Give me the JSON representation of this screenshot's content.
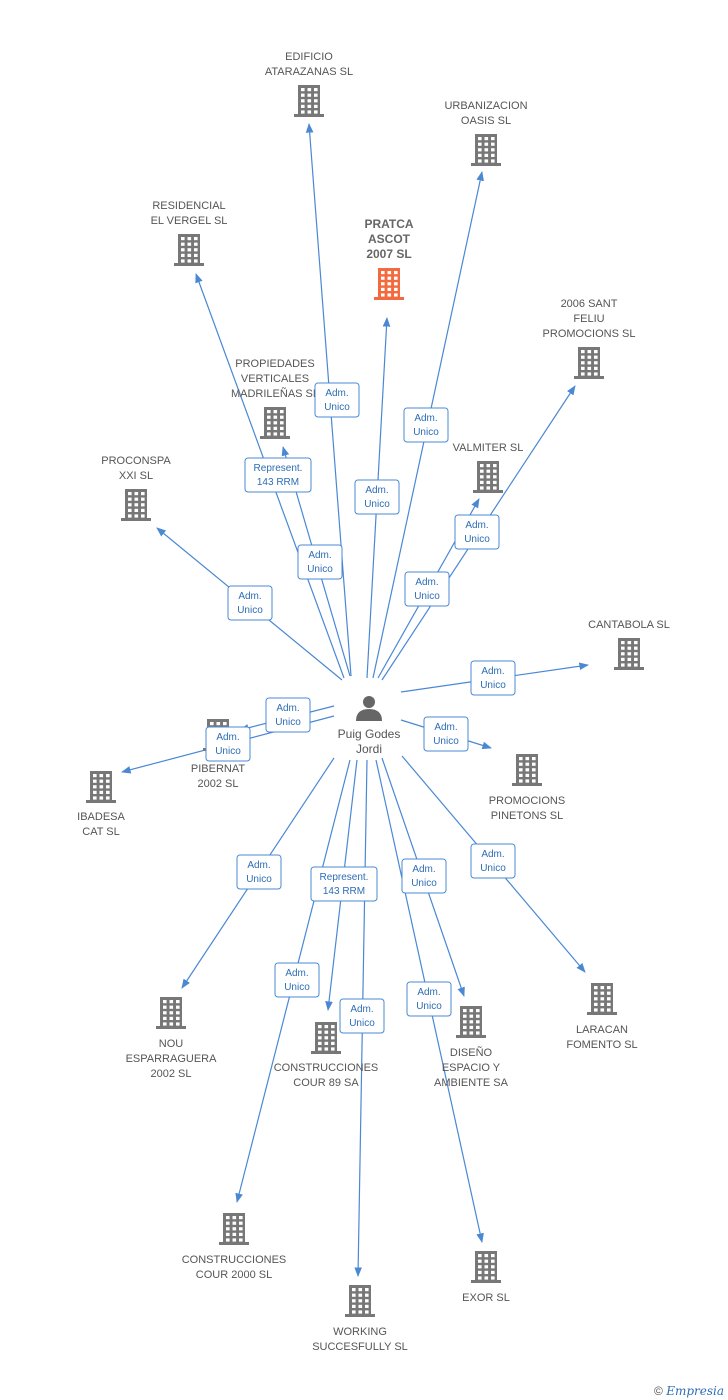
{
  "person": {
    "name_lines": [
      "Puig Godes",
      "Jordi"
    ]
  },
  "companies": [
    {
      "id": "edificio",
      "lines": [
        "EDIFICIO",
        "ATARAZANAS SL"
      ],
      "highlight": false
    },
    {
      "id": "urbanizacion",
      "lines": [
        "URBANIZACION",
        "OASIS SL"
      ],
      "highlight": false
    },
    {
      "id": "pratca",
      "lines": [
        "PRATCA",
        "ASCOT",
        "2007 SL"
      ],
      "highlight": true
    },
    {
      "id": "residencial",
      "lines": [
        "RESIDENCIAL",
        "EL VERGEL SL"
      ],
      "highlight": false
    },
    {
      "id": "santfeliu",
      "lines": [
        "2006 SANT",
        "FELIU",
        "PROMOCIONS SL"
      ],
      "highlight": false
    },
    {
      "id": "propiedades",
      "lines": [
        "PROPIEDADES",
        "VERTICALES",
        "MADRILEÑAS SL"
      ],
      "highlight": false
    },
    {
      "id": "valmiter",
      "lines": [
        "VALMITER SL"
      ],
      "highlight": false
    },
    {
      "id": "proconspa",
      "lines": [
        "PROCONSPA",
        "XXI SL"
      ],
      "highlight": false
    },
    {
      "id": "cantabola",
      "lines": [
        "CANTABOLA SL"
      ],
      "highlight": false
    },
    {
      "id": "pibernat",
      "lines": [
        "PIBERNAT",
        "2002 SL"
      ],
      "highlight": false
    },
    {
      "id": "ibadesa",
      "lines": [
        "IBADESA",
        "CAT SL"
      ],
      "highlight": false
    },
    {
      "id": "pinetons",
      "lines": [
        "PROMOCIONS",
        "PINETONS SL"
      ],
      "highlight": false
    },
    {
      "id": "nou",
      "lines": [
        "NOU",
        "ESPARRAGUERA",
        "2002 SL"
      ],
      "highlight": false
    },
    {
      "id": "cour89",
      "lines": [
        "CONSTRUCCIONES",
        "COUR 89 SA"
      ],
      "highlight": false
    },
    {
      "id": "diseno",
      "lines": [
        "DISEÑO",
        "ESPACIO Y",
        "AMBIENTE SA"
      ],
      "highlight": false
    },
    {
      "id": "laracan",
      "lines": [
        "LARACAN",
        "FOMENTO SL"
      ],
      "highlight": false
    },
    {
      "id": "cour2000",
      "lines": [
        "CONSTRUCCIONES",
        "COUR 2000 SL"
      ],
      "highlight": false
    },
    {
      "id": "exor",
      "lines": [
        "EXOR SL"
      ],
      "highlight": false
    },
    {
      "id": "working",
      "lines": [
        "WORKING",
        "SUCCESFULLY SL"
      ],
      "highlight": false
    }
  ],
  "relations": [
    {
      "target": "edificio",
      "lines": [
        "Adm.",
        "Unico"
      ]
    },
    {
      "target": "urbanizacion",
      "lines": [
        "Adm.",
        "Unico"
      ]
    },
    {
      "target": "pratca",
      "lines": [
        "Adm.",
        "Unico"
      ]
    },
    {
      "target": "residencial",
      "lines": [
        "Adm.",
        "Unico"
      ]
    },
    {
      "target": "santfeliu",
      "lines": [
        "Adm.",
        "Unico"
      ]
    },
    {
      "target": "propiedades",
      "lines": [
        "Represent.",
        "143 RRM"
      ]
    },
    {
      "target": "valmiter",
      "lines": [
        "Adm.",
        "Unico"
      ]
    },
    {
      "target": "proconspa",
      "lines": [
        "Adm.",
        "Unico"
      ]
    },
    {
      "target": "cantabola",
      "lines": [
        "Adm.",
        "Unico"
      ]
    },
    {
      "target": "pibernat",
      "lines": [
        "Adm.",
        "Unico"
      ]
    },
    {
      "target": "ibadesa",
      "lines": [
        "Adm.",
        "Unico"
      ]
    },
    {
      "target": "pinetons",
      "lines": [
        "Adm.",
        "Unico"
      ]
    },
    {
      "target": "nou",
      "lines": [
        "Adm.",
        "Unico"
      ]
    },
    {
      "target": "cour89",
      "lines": [
        "Represent.",
        "143 RRM"
      ]
    },
    {
      "target": "diseno",
      "lines": [
        "Adm.",
        "Unico"
      ]
    },
    {
      "target": "laracan",
      "lines": [
        "Adm.",
        "Unico"
      ]
    },
    {
      "target": "cour2000",
      "lines": [
        "Adm.",
        "Unico"
      ]
    },
    {
      "target": "exor",
      "lines": [
        "Adm.",
        "Unico"
      ]
    },
    {
      "target": "working",
      "lines": [
        "Adm.",
        "Unico"
      ]
    },
    {
      "target": "cour89b",
      "lines": [
        "Adm.",
        "Unico"
      ]
    }
  ],
  "colors": {
    "edge": "#4a88d4",
    "building": "#777777",
    "highlight_building": "#f26a3d",
    "person": "#666666",
    "box_border": "#4a88d4"
  },
  "footer": {
    "copyright": "©",
    "brand": "Empresia"
  }
}
